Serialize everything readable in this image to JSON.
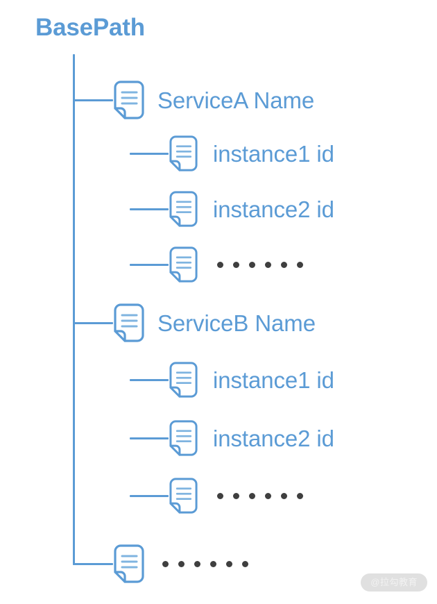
{
  "diagram": {
    "type": "tree",
    "title": "BasePath",
    "colors": {
      "accent_blue": "#5b9bd5",
      "dot_gray": "#3f3f3f",
      "background": "#ffffff",
      "watermark_pill": "#e0e0e0"
    },
    "nodes": [
      {
        "level": 1,
        "icon": "document-icon",
        "label": "ServiceA Name",
        "is_ellipsis": false
      },
      {
        "level": 2,
        "icon": "document-icon",
        "label": "instance1 id",
        "is_ellipsis": false
      },
      {
        "level": 2,
        "icon": "document-icon",
        "label": "instance2 id",
        "is_ellipsis": false
      },
      {
        "level": 2,
        "icon": "document-icon",
        "label": "……",
        "is_ellipsis": true,
        "dot_count": 6
      },
      {
        "level": 1,
        "icon": "document-icon",
        "label": "ServiceB Name",
        "is_ellipsis": false
      },
      {
        "level": 2,
        "icon": "document-icon",
        "label": "instance1 id",
        "is_ellipsis": false
      },
      {
        "level": 2,
        "icon": "document-icon",
        "label": "instance2 id",
        "is_ellipsis": false
      },
      {
        "level": 2,
        "icon": "document-icon",
        "label": "……",
        "is_ellipsis": true,
        "dot_count": 6
      },
      {
        "level": 1,
        "icon": "document-icon",
        "label": "……",
        "is_ellipsis": true,
        "dot_count": 6
      }
    ]
  },
  "watermark": {
    "text": "@拉勾教育"
  }
}
